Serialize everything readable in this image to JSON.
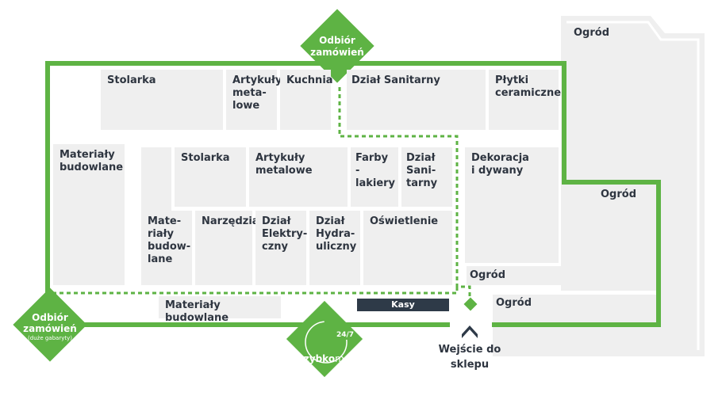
{
  "colors": {
    "route": "#5eb344",
    "dept": "#efefef",
    "text": "#2e3540",
    "checkout": "#2e3a48"
  },
  "departments": {
    "stolarka_top": "Stolarka",
    "artykuly_metalowe_top": "Artykuły\nmeta-\nlowe",
    "kuchnia": "Kuchnia",
    "dzial_sanitarny": "Dział Sanitarny",
    "plytki": "Płytki\nceramiczne",
    "materialy_left": "Materiały\nbudowlane",
    "stolarka_mid": "Stolarka",
    "artykuly_metalowe_mid": "Artykuły\nmetalowe",
    "farby": "Farby\n-lakiery",
    "dzial_sanitarny_mid": "Dział\nSani-\ntarny",
    "dekoracja": "Dekoracja\ni dywany",
    "materialy_small": "Mate-\nriały\nbudow-\nlane",
    "narzedzia": "Narzędzia",
    "dzial_elektryczny": "Dział\nElektry-\nczny",
    "dzial_hydrauliczny": "Dział\nHydra-\nuliczny",
    "oswietlenie": "Oświetlenie",
    "materialy_bottom": "Materiały budowlane"
  },
  "garden": {
    "top": "Ogród",
    "right_mid": "Ogród",
    "mid": "Ogród",
    "bottom": "Ogród"
  },
  "checkout_label": "Kasy",
  "pickup_top": "Odbiór\nzamówień",
  "pickup_left": "Odbiór\nzamówień",
  "pickup_left_note": "(duże gabaryty)",
  "szybkomat": {
    "brand_a": "Szybko",
    "brand_b": "mat",
    "hours": "24/7"
  },
  "entrance_label": "Wejście do sklepu"
}
